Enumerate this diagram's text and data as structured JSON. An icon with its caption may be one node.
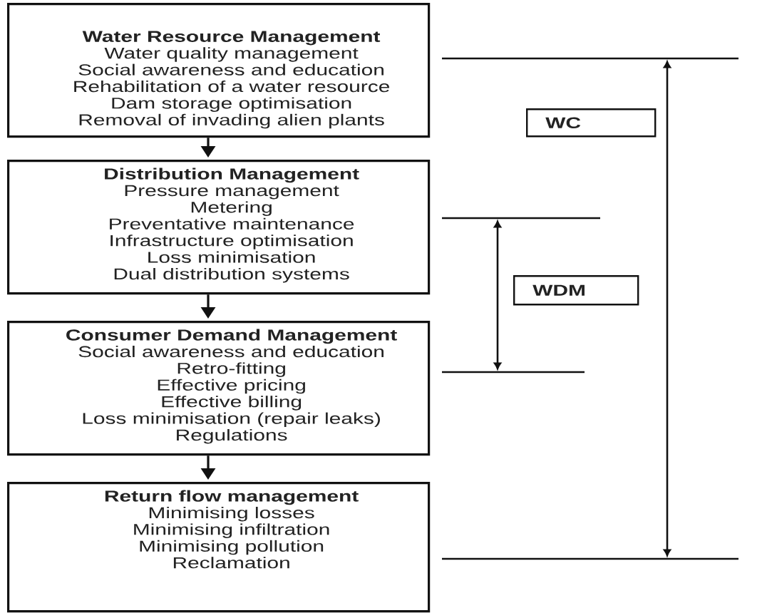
{
  "diagram": {
    "nodes": [
      {
        "text": [
          "Water Resource Management",
          "Water quality management",
          "Social awareness and education",
          "Rehabilitation of a water resource",
          "Dam storage optimisation",
          "Removal of invading alien plants"
        ]
      },
      {
        "text": [
          "Distribution Management",
          "Pressure management",
          "Metering",
          "Preventative maintenance",
          "Infrastructure optimisation",
          "Loss minimisation",
          "Dual distribution systems"
        ]
      },
      {
        "text": [
          "Consumer Demand Management",
          "Social awareness and education",
          "Retro-fitting",
          "Effective pricing",
          "Effective billing",
          "Loss minimisation (repair leaks)",
          "Regulations"
        ]
      },
      {
        "text": [
          "Return flow management",
          "Minimising losses",
          "Minimising infiltration",
          "Minimising pollution",
          "Reclamation"
        ]
      },
      {
        "text": [
          "WC"
        ]
      },
      {
        "text": [
          "WDM"
        ]
      }
    ],
    "edges": [
      {
        "from": 0,
        "to": 1,
        "arrow": "to"
      },
      {
        "from": 1,
        "to": 2,
        "arrow": "to"
      },
      {
        "from": 2,
        "to": 3,
        "arrow": "to"
      }
    ]
  }
}
